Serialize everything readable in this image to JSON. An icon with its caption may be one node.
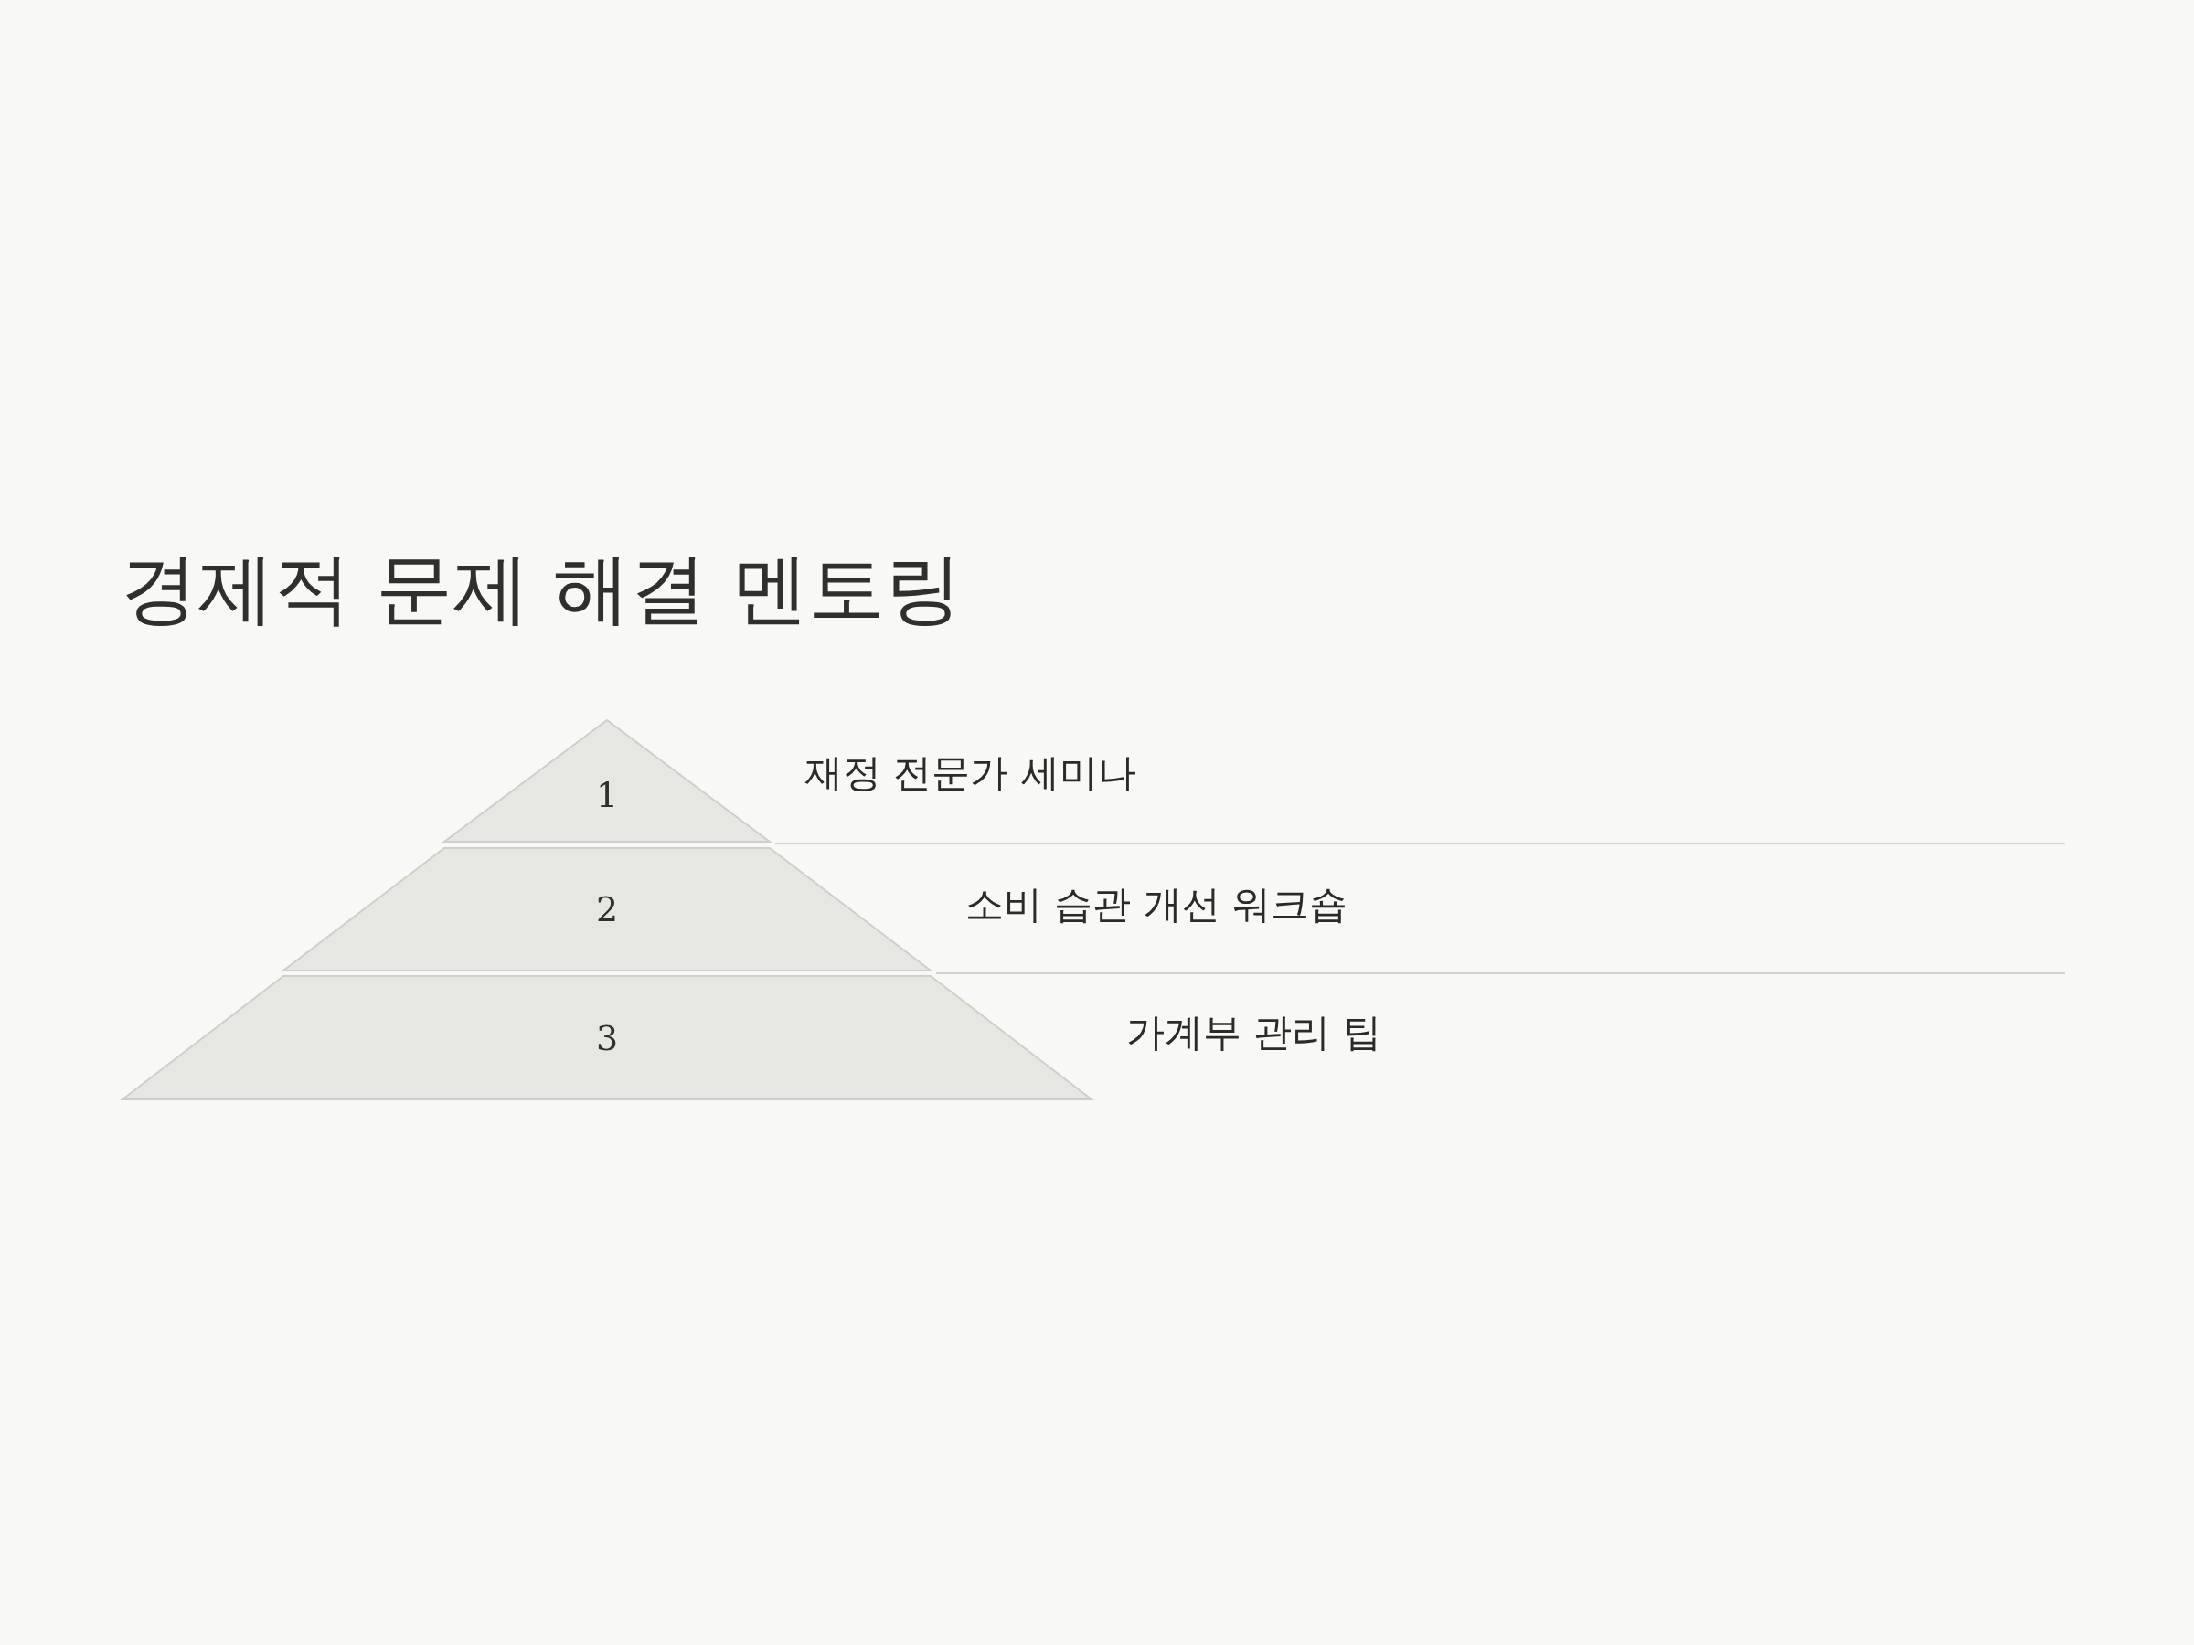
{
  "diagram": {
    "title": "경제적 문제 해결 멘토링",
    "nodes": [
      {
        "text": [
          "1"
        ],
        "beside": [
          "재정 전문가 세미나"
        ]
      },
      {
        "text": [
          "2"
        ],
        "beside": [
          "소비 습관 개선 워크숍"
        ]
      },
      {
        "text": [
          "3"
        ],
        "beside": [
          "가계부 관리 팁"
        ]
      }
    ]
  }
}
